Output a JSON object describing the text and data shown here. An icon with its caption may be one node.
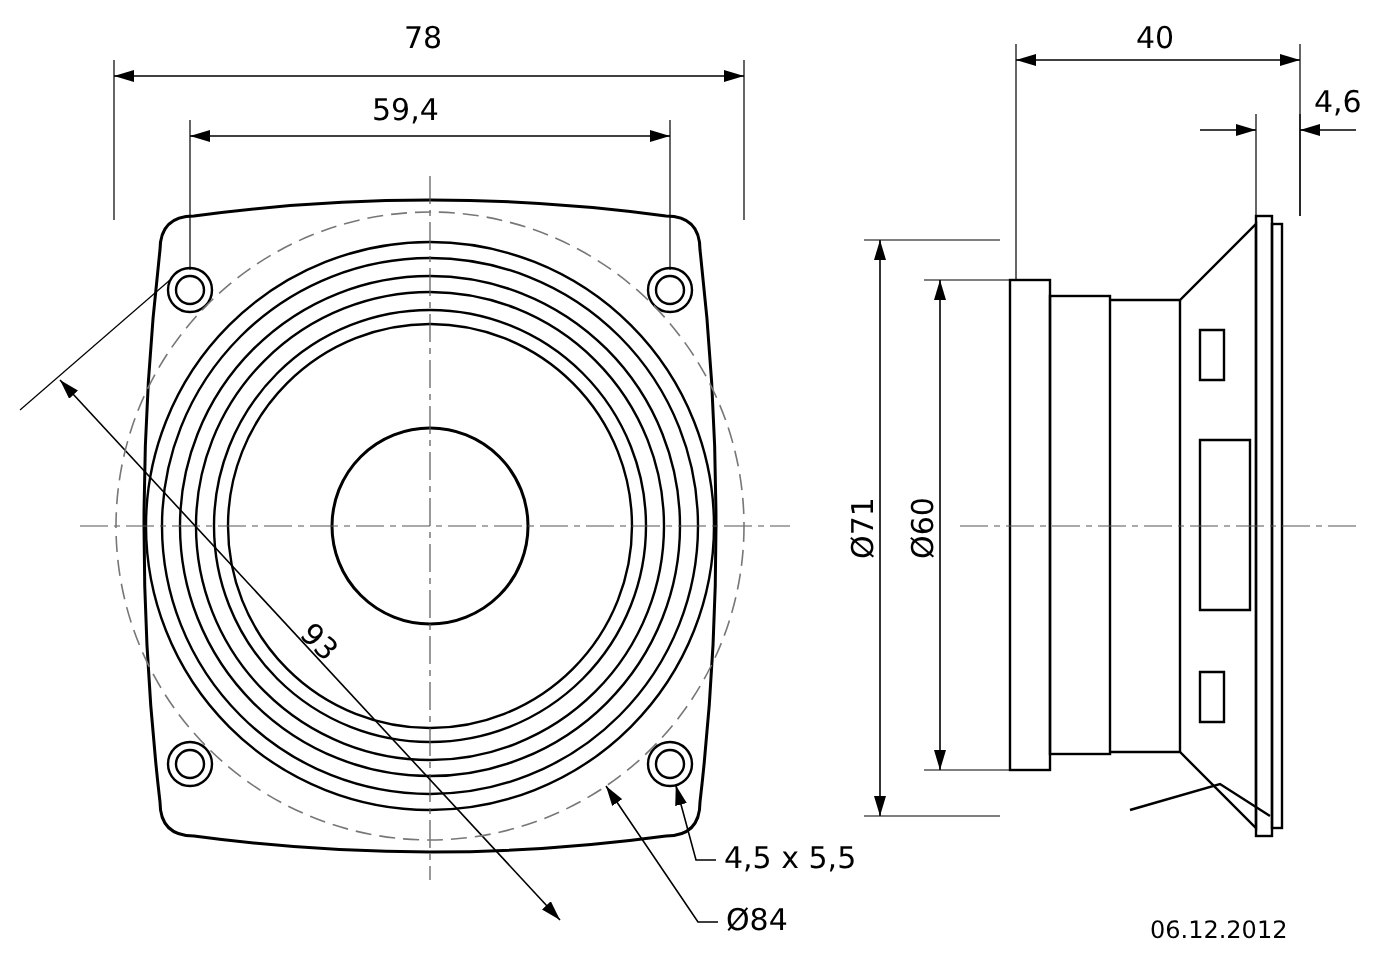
{
  "diagram": {
    "nodes": [
      {
        "text": [
          "4,5 x 5,5"
        ]
      },
      {
        "text": [],
        "shape": "circle"
      },
      {
        "text": [
          "Ø84"
        ]
      },
      {
        "text": [],
        "shape": "circle"
      }
    ],
    "edges": [
      {
        "from": 0,
        "to": 1,
        "arrow": "to"
      },
      {
        "from": 2,
        "to": 3,
        "arrow": "to"
      }
    ],
    "labels": [
      "78",
      "40",
      "59,4",
      "4,6",
      "Ø71",
      "Ø60",
      "93",
      "06.12.2012"
    ]
  }
}
